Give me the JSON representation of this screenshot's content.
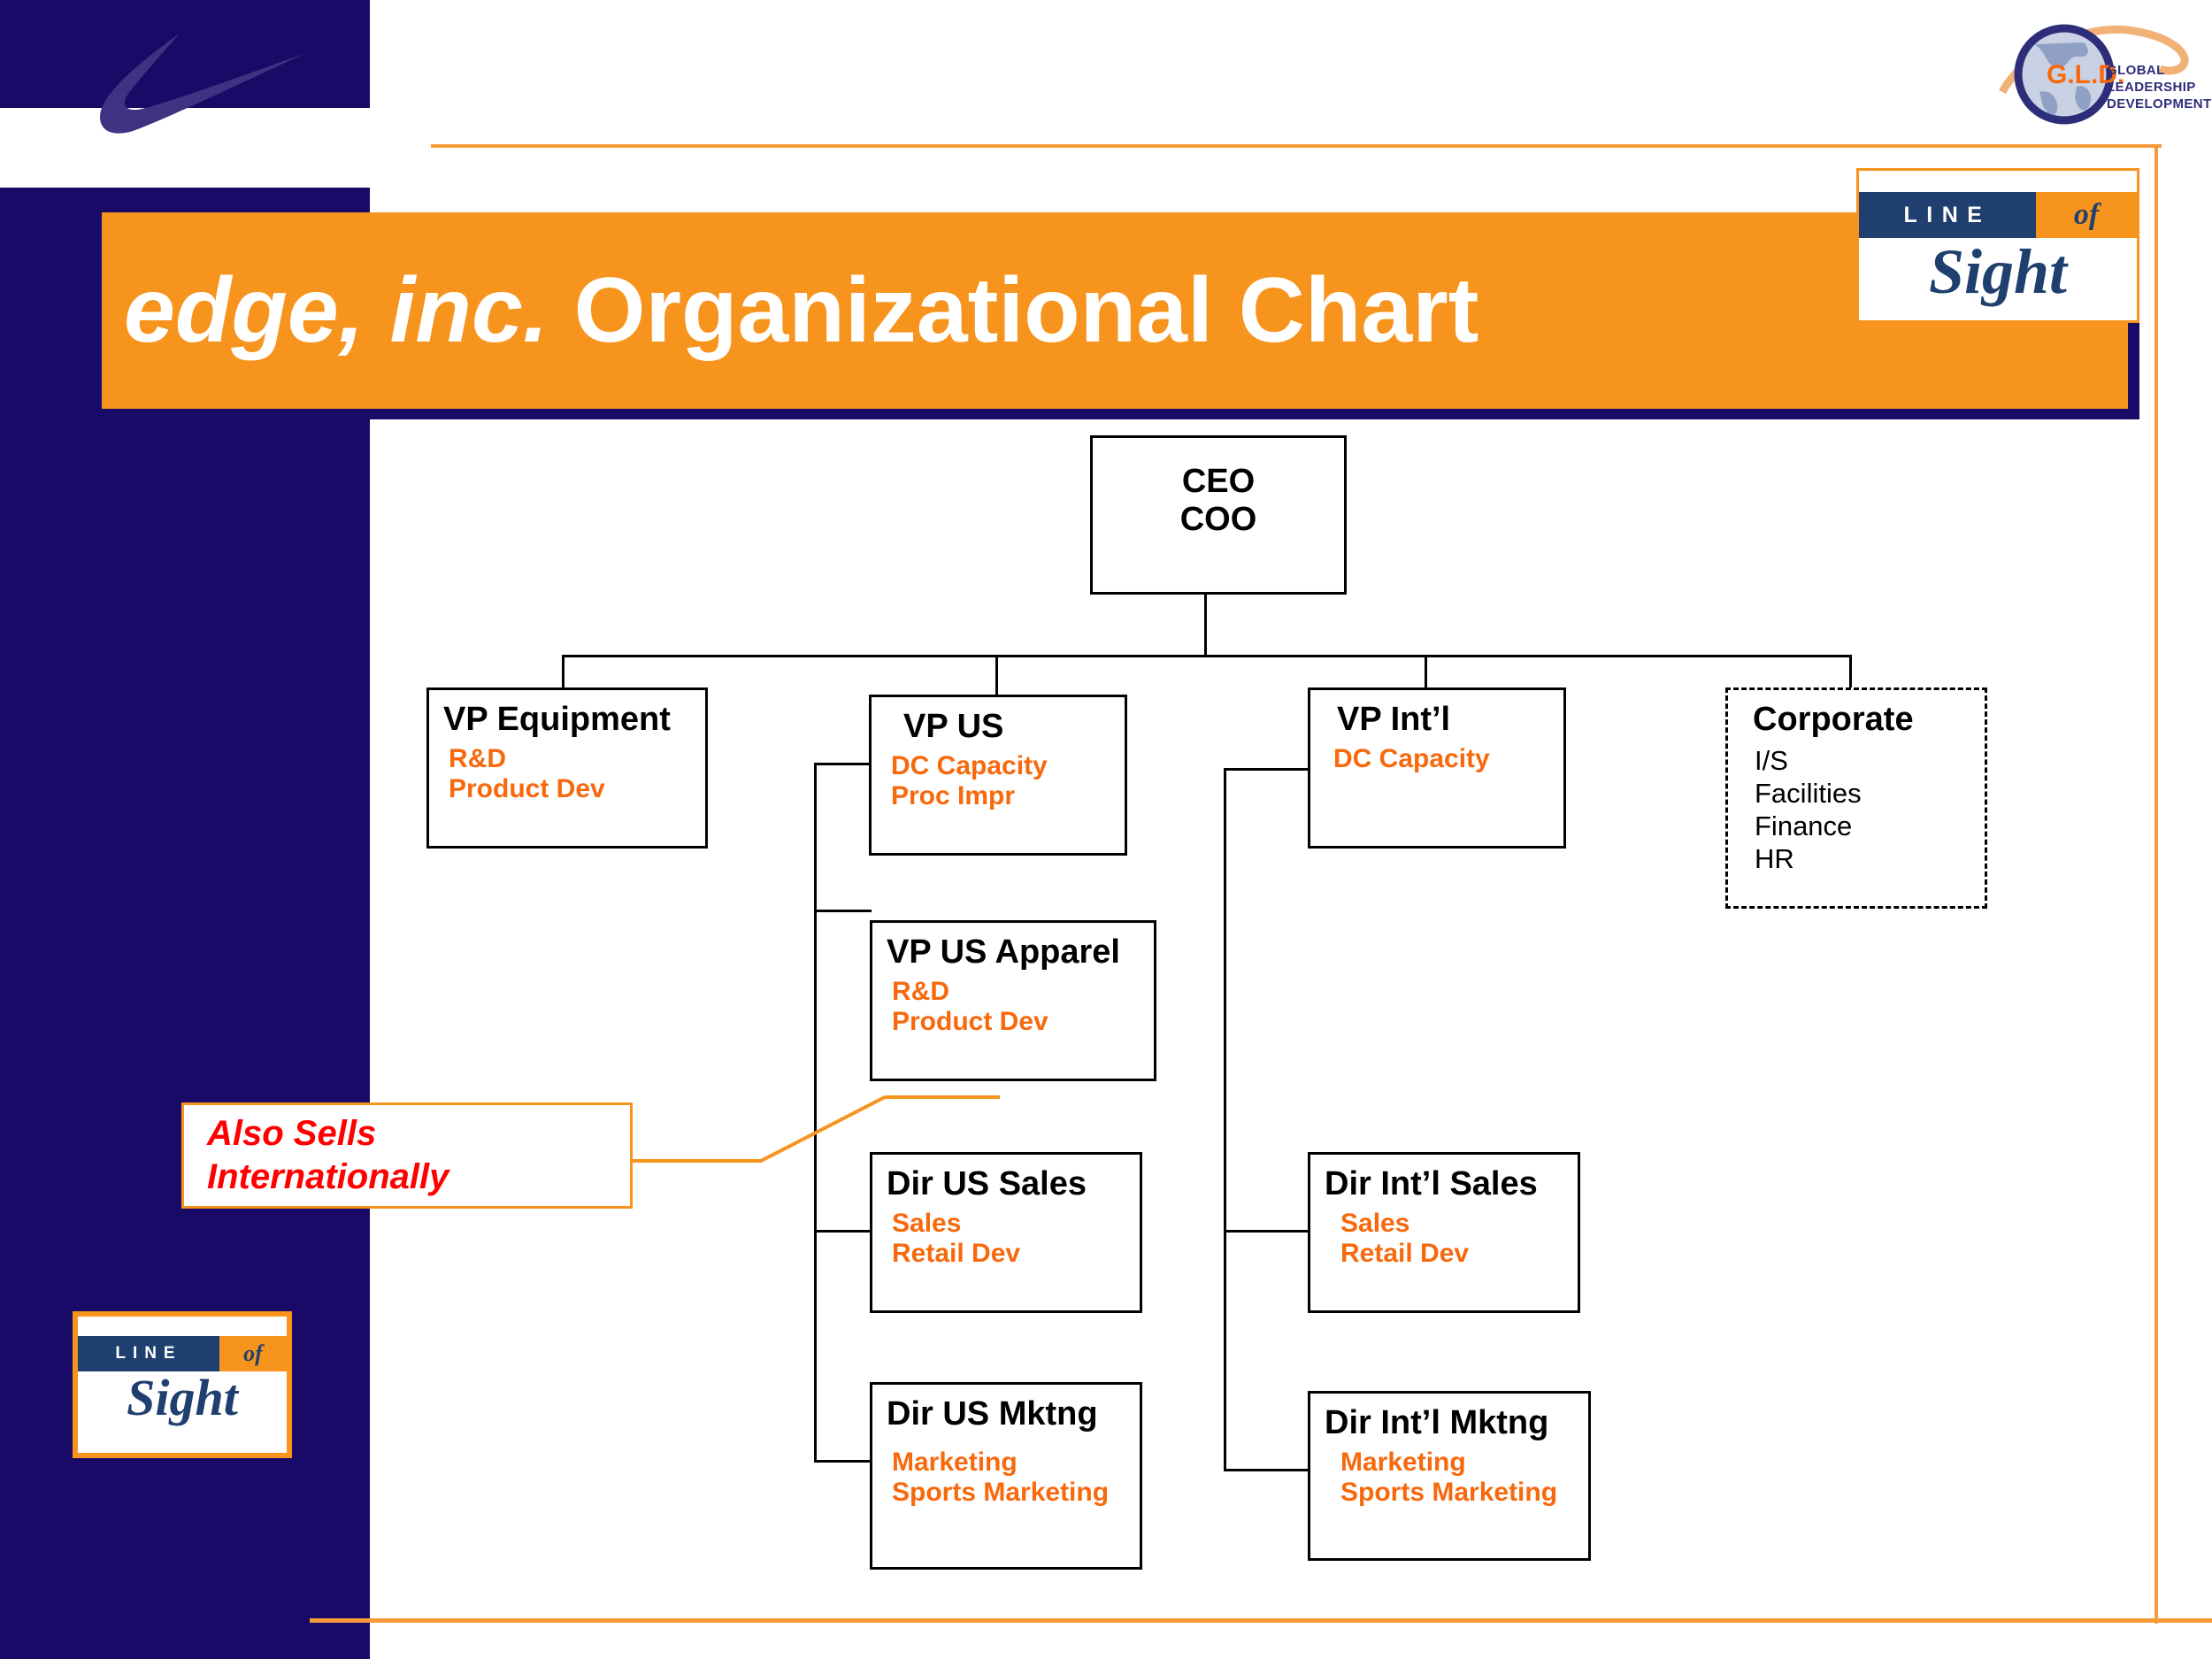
{
  "slide": {
    "title_emphasis": "edge, inc.",
    "title_rest": " Organizational Chart",
    "accent_orange": "#f7941e",
    "accent_navy": "#180a66",
    "sub_orange": "#f7690c",
    "callout_red": "#ff0000"
  },
  "brand": {
    "swoosh_icon": "nike-swoosh-icon",
    "gld": {
      "globe_icon": "globe-icon",
      "acronym": "G.L.D.",
      "expansion": "GLOBAL\nLEADERSHIP\nDEVELOPMENT"
    },
    "line_of_sight": {
      "line": "LINE",
      "of": "of",
      "sight": "Sight"
    }
  },
  "chart_data": {
    "type": "org-chart",
    "title": "edge, inc. Organizational Chart",
    "root": "CEO / COO",
    "nodes": [
      {
        "id": "ceo",
        "title": "CEO\nCOO",
        "subitems": [],
        "parent": null,
        "dashed": false
      },
      {
        "id": "vp-equip",
        "title": "VP Equipment",
        "subitems": [
          "R&D",
          "Product Dev"
        ],
        "parent": "ceo",
        "dashed": false
      },
      {
        "id": "vp-us",
        "title": "VP US",
        "subitems": [
          "DC Capacity",
          "Proc Impr"
        ],
        "parent": "ceo",
        "dashed": false
      },
      {
        "id": "vp-intl",
        "title": "VP Int’l",
        "subitems": [
          "DC Capacity"
        ],
        "parent": "ceo",
        "dashed": false
      },
      {
        "id": "corporate",
        "title": "Corporate",
        "subitems": [
          "I/S",
          "Facilities",
          "Finance",
          "HR"
        ],
        "parent": "ceo",
        "dashed": true
      },
      {
        "id": "vp-us-app",
        "title": "VP US Apparel",
        "subitems": [
          "R&D",
          "Product Dev"
        ],
        "parent": "vp-us",
        "dashed": false
      },
      {
        "id": "dir-us-sales",
        "title": "Dir US Sales",
        "subitems": [
          "Sales",
          "Retail Dev"
        ],
        "parent": "vp-us",
        "dashed": false
      },
      {
        "id": "dir-us-mktg",
        "title": "Dir US Mktng",
        "subitems": [
          "Marketing",
          "Sports Marketing"
        ],
        "parent": "vp-us",
        "dashed": false
      },
      {
        "id": "dir-intl-sales",
        "title": "Dir Int’l Sales",
        "subitems": [
          "Sales",
          "Retail Dev"
        ],
        "parent": "vp-intl",
        "dashed": false
      },
      {
        "id": "dir-intl-mktg",
        "title": "Dir Int’l Mktng",
        "subitems": [
          "Marketing",
          "Sports Marketing"
        ],
        "parent": "vp-intl",
        "dashed": false
      }
    ],
    "annotations": [
      {
        "id": "also-sells",
        "text": "Also Sells\nInternationally",
        "points_to": "vp-us-app",
        "color": "#ff0000"
      }
    ]
  },
  "nodes": {
    "ceo": {
      "title": "CEO\nCOO"
    },
    "vp_equipment": {
      "title": "VP Equipment",
      "sub1": "R&D",
      "sub2": "Product Dev"
    },
    "vp_us": {
      "title": "VP US",
      "sub1": "DC Capacity",
      "sub2": "Proc Impr"
    },
    "vp_intl": {
      "title": "VP Int’l",
      "sub1": "DC Capacity"
    },
    "corporate": {
      "title": "Corporate",
      "sub1": "I/S",
      "sub2": "Facilities",
      "sub3": "Finance",
      "sub4": "HR"
    },
    "vp_us_apparel": {
      "title": "VP US Apparel",
      "sub1": "R&D",
      "sub2": "Product Dev"
    },
    "dir_us_sales": {
      "title": "Dir US Sales",
      "sub1": "Sales",
      "sub2": "Retail Dev"
    },
    "dir_us_mktng": {
      "title": "Dir US Mktng",
      "sub1": "Marketing",
      "sub2": "Sports Marketing"
    },
    "dir_intl_sales": {
      "title": "Dir Int’l Sales",
      "sub1": "Sales",
      "sub2": "Retail Dev"
    },
    "dir_intl_mktng": {
      "title": "Dir Int’l Mktng",
      "sub1": "Marketing",
      "sub2": "Sports Marketing"
    }
  },
  "callout": {
    "text": "Also Sells\nInternationally"
  }
}
